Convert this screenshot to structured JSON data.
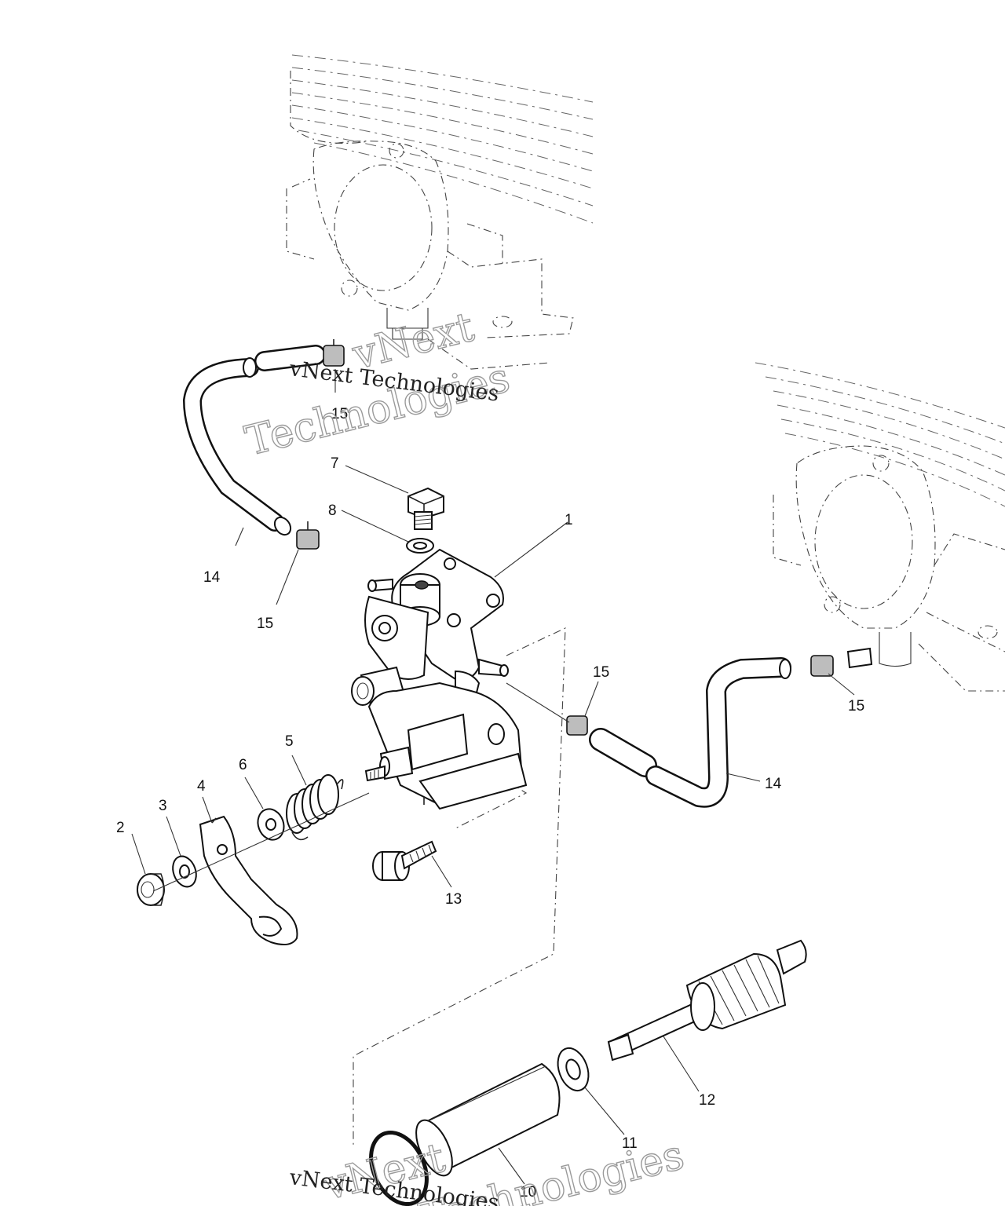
{
  "diagram": {
    "callouts": [
      {
        "id": "c1",
        "text": "1"
      },
      {
        "id": "c2",
        "text": "2"
      },
      {
        "id": "c3",
        "text": "3"
      },
      {
        "id": "c4",
        "text": "4"
      },
      {
        "id": "c5",
        "text": "5"
      },
      {
        "id": "c6",
        "text": "6"
      },
      {
        "id": "c7",
        "text": "7"
      },
      {
        "id": "c8",
        "text": "8"
      },
      {
        "id": "c10",
        "text": "10"
      },
      {
        "id": "c11",
        "text": "11"
      },
      {
        "id": "c12",
        "text": "12"
      },
      {
        "id": "c13",
        "text": "13"
      },
      {
        "id": "c14a",
        "text": "14"
      },
      {
        "id": "c14b",
        "text": "14"
      },
      {
        "id": "c15a",
        "text": "15"
      },
      {
        "id": "c15b",
        "text": "15"
      },
      {
        "id": "c15c",
        "text": "15"
      },
      {
        "id": "c15d",
        "text": "15"
      }
    ]
  },
  "watermark": {
    "outline_line1": "vNext",
    "outline_line2": "Technologies",
    "solid": "vNext Technologies"
  }
}
